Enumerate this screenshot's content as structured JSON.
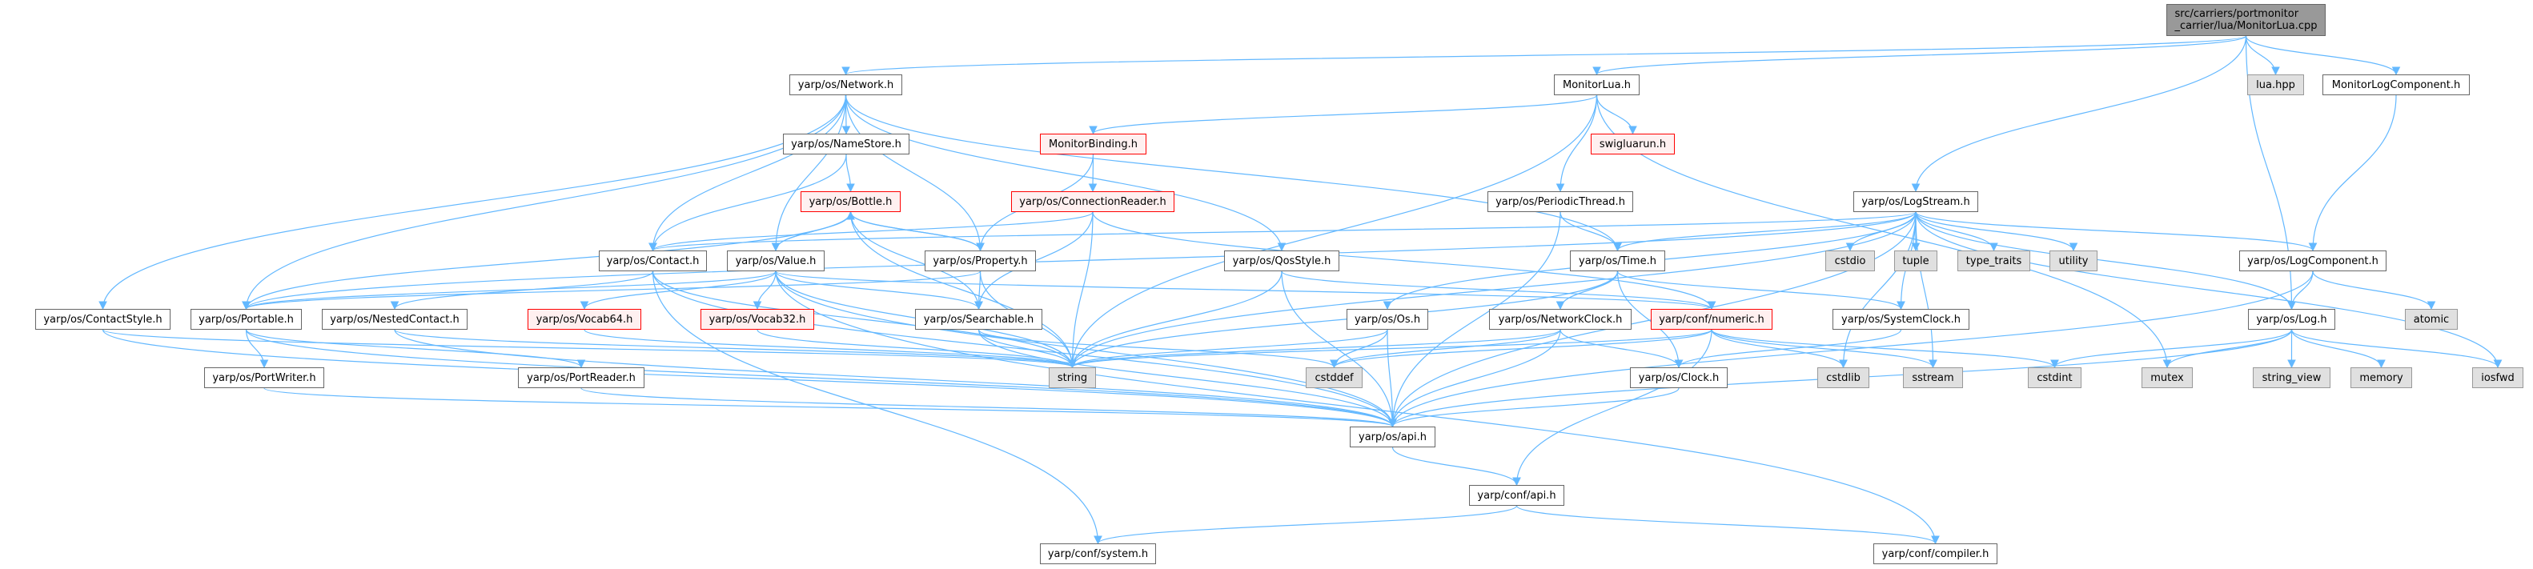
{
  "title": "Include dependency graph for MonitorLua.cpp",
  "colors": {
    "edge": "#63b8ff",
    "node_border": "#666666",
    "red_border": "#ff0000",
    "red_fill": "#fff0f0",
    "system_fill": "#e0e0e0",
    "root_fill": "#999999"
  },
  "nodes": [
    {
      "id": "cpp",
      "label": "src/carriers/portmonitor\n_carrier/lua/MonitorLua.cpp",
      "kind": "root"
    },
    {
      "id": "network",
      "label": "yarp/os/Network.h",
      "kind": "normal"
    },
    {
      "id": "monitorlua",
      "label": "MonitorLua.h",
      "kind": "normal"
    },
    {
      "id": "luahpp",
      "label": "lua.hpp",
      "kind": "sys"
    },
    {
      "id": "monlogcomp",
      "label": "MonitorLogComponent.h",
      "kind": "normal"
    },
    {
      "id": "namestore",
      "label": "yarp/os/NameStore.h",
      "kind": "normal"
    },
    {
      "id": "monbinding",
      "label": "MonitorBinding.h",
      "kind": "red"
    },
    {
      "id": "swig",
      "label": "swigluarun.h",
      "kind": "red"
    },
    {
      "id": "bottle",
      "label": "yarp/os/Bottle.h",
      "kind": "red"
    },
    {
      "id": "connreader",
      "label": "yarp/os/ConnectionReader.h",
      "kind": "red"
    },
    {
      "id": "periodic",
      "label": "yarp/os/PeriodicThread.h",
      "kind": "normal"
    },
    {
      "id": "logstream",
      "label": "yarp/os/LogStream.h",
      "kind": "normal"
    },
    {
      "id": "contact",
      "label": "yarp/os/Contact.h",
      "kind": "normal"
    },
    {
      "id": "value",
      "label": "yarp/os/Value.h",
      "kind": "normal"
    },
    {
      "id": "property",
      "label": "yarp/os/Property.h",
      "kind": "normal"
    },
    {
      "id": "qos",
      "label": "yarp/os/QosStyle.h",
      "kind": "normal"
    },
    {
      "id": "time",
      "label": "yarp/os/Time.h",
      "kind": "normal"
    },
    {
      "id": "cstdio",
      "label": "cstdio",
      "kind": "sys"
    },
    {
      "id": "tuple",
      "label": "tuple",
      "kind": "sys"
    },
    {
      "id": "typetraits",
      "label": "type_traits",
      "kind": "sys"
    },
    {
      "id": "utility",
      "label": "utility",
      "kind": "sys"
    },
    {
      "id": "logcomp",
      "label": "yarp/os/LogComponent.h",
      "kind": "normal"
    },
    {
      "id": "contactstyle",
      "label": "yarp/os/ContactStyle.h",
      "kind": "normal"
    },
    {
      "id": "portable",
      "label": "yarp/os/Portable.h",
      "kind": "normal"
    },
    {
      "id": "nested",
      "label": "yarp/os/NestedContact.h",
      "kind": "normal"
    },
    {
      "id": "vocab64",
      "label": "yarp/os/Vocab64.h",
      "kind": "red"
    },
    {
      "id": "vocab32",
      "label": "yarp/os/Vocab32.h",
      "kind": "red"
    },
    {
      "id": "searchable",
      "label": "yarp/os/Searchable.h",
      "kind": "normal"
    },
    {
      "id": "os",
      "label": "yarp/os/Os.h",
      "kind": "normal"
    },
    {
      "id": "netclock",
      "label": "yarp/os/NetworkClock.h",
      "kind": "normal"
    },
    {
      "id": "numeric",
      "label": "yarp/conf/numeric.h",
      "kind": "red"
    },
    {
      "id": "sysclock",
      "label": "yarp/os/SystemClock.h",
      "kind": "normal"
    },
    {
      "id": "log",
      "label": "yarp/os/Log.h",
      "kind": "normal"
    },
    {
      "id": "atomic",
      "label": "atomic",
      "kind": "sys"
    },
    {
      "id": "portwriter",
      "label": "yarp/os/PortWriter.h",
      "kind": "normal"
    },
    {
      "id": "portreader",
      "label": "yarp/os/PortReader.h",
      "kind": "normal"
    },
    {
      "id": "string",
      "label": "string",
      "kind": "sys"
    },
    {
      "id": "cstddef",
      "label": "cstddef",
      "kind": "sys"
    },
    {
      "id": "clock",
      "label": "yarp/os/Clock.h",
      "kind": "normal"
    },
    {
      "id": "cstdlib",
      "label": "cstdlib",
      "kind": "sys"
    },
    {
      "id": "sstream",
      "label": "sstream",
      "kind": "sys"
    },
    {
      "id": "cstdint",
      "label": "cstdint",
      "kind": "sys"
    },
    {
      "id": "mutex",
      "label": "mutex",
      "kind": "sys"
    },
    {
      "id": "stringview",
      "label": "string_view",
      "kind": "sys"
    },
    {
      "id": "memory",
      "label": "memory",
      "kind": "sys"
    },
    {
      "id": "iosfwd",
      "label": "iosfwd",
      "kind": "sys"
    },
    {
      "id": "osapi",
      "label": "yarp/os/api.h",
      "kind": "normal"
    },
    {
      "id": "confapi",
      "label": "yarp/conf/api.h",
      "kind": "normal"
    },
    {
      "id": "system",
      "label": "yarp/conf/system.h",
      "kind": "normal"
    },
    {
      "id": "compiler",
      "label": "yarp/conf/compiler.h",
      "kind": "normal"
    }
  ],
  "edges": [
    [
      "cpp",
      "network"
    ],
    [
      "cpp",
      "monitorlua"
    ],
    [
      "cpp",
      "logstream"
    ],
    [
      "cpp",
      "luahpp"
    ],
    [
      "cpp",
      "monlogcomp"
    ],
    [
      "cpp",
      "log"
    ],
    [
      "monitorlua",
      "monbinding"
    ],
    [
      "monitorlua",
      "swig"
    ],
    [
      "monitorlua",
      "periodic"
    ],
    [
      "monitorlua",
      "string"
    ],
    [
      "monitorlua",
      "mutex"
    ],
    [
      "monlogcomp",
      "logcomp"
    ],
    [
      "network",
      "namestore"
    ],
    [
      "network",
      "contact"
    ],
    [
      "network",
      "value"
    ],
    [
      "network",
      "property"
    ],
    [
      "network",
      "qos"
    ],
    [
      "network",
      "time"
    ],
    [
      "network",
      "contactstyle"
    ],
    [
      "network",
      "portable"
    ],
    [
      "namestore",
      "bottle"
    ],
    [
      "namestore",
      "contact"
    ],
    [
      "monbinding",
      "connreader"
    ],
    [
      "monbinding",
      "property"
    ],
    [
      "connreader",
      "contact"
    ],
    [
      "connreader",
      "searchable"
    ],
    [
      "connreader",
      "string"
    ],
    [
      "connreader",
      "numeric"
    ],
    [
      "bottle",
      "portable"
    ],
    [
      "bottle",
      "searchable"
    ],
    [
      "bottle",
      "value"
    ],
    [
      "bottle",
      "property"
    ],
    [
      "bottle",
      "string"
    ],
    [
      "value",
      "bottle"
    ],
    [
      "value",
      "portable"
    ],
    [
      "value",
      "searchable"
    ],
    [
      "value",
      "vocab64"
    ],
    [
      "value",
      "vocab32"
    ],
    [
      "value",
      "string"
    ],
    [
      "value",
      "osapi"
    ],
    [
      "value",
      "numeric"
    ],
    [
      "property",
      "bottle"
    ],
    [
      "property",
      "portable"
    ],
    [
      "property",
      "searchable"
    ],
    [
      "property",
      "string"
    ],
    [
      "contact",
      "nested"
    ],
    [
      "contact",
      "string"
    ],
    [
      "contact",
      "osapi"
    ],
    [
      "contact",
      "system"
    ],
    [
      "contactstyle",
      "osapi"
    ],
    [
      "contactstyle",
      "string"
    ],
    [
      "portable",
      "portwriter"
    ],
    [
      "portable",
      "portreader"
    ],
    [
      "portable",
      "osapi"
    ],
    [
      "nested",
      "string"
    ],
    [
      "nested",
      "osapi"
    ],
    [
      "vocab64",
      "string"
    ],
    [
      "vocab32",
      "string"
    ],
    [
      "searchable",
      "string"
    ],
    [
      "searchable",
      "cstddef"
    ],
    [
      "searchable",
      "osapi"
    ],
    [
      "qos",
      "string"
    ],
    [
      "qos",
      "osapi"
    ],
    [
      "qos",
      "numeric"
    ],
    [
      "periodic",
      "time"
    ],
    [
      "periodic",
      "osapi"
    ],
    [
      "time",
      "netclock"
    ],
    [
      "time",
      "sysclock"
    ],
    [
      "time",
      "string"
    ],
    [
      "time",
      "clock"
    ],
    [
      "os",
      "string"
    ],
    [
      "os",
      "cstddef"
    ],
    [
      "os",
      "osapi"
    ],
    [
      "netclock",
      "clock"
    ],
    [
      "netclock",
      "osapi"
    ],
    [
      "netclock",
      "string"
    ],
    [
      "netclock",
      "cstddef"
    ],
    [
      "numeric",
      "cstddef"
    ],
    [
      "numeric",
      "cstdint"
    ],
    [
      "numeric",
      "cstdlib"
    ],
    [
      "numeric",
      "sstream"
    ],
    [
      "numeric",
      "confapi"
    ],
    [
      "numeric",
      "string"
    ],
    [
      "sysclock",
      "clock"
    ],
    [
      "clock",
      "osapi"
    ],
    [
      "portwriter",
      "osapi"
    ],
    [
      "portreader",
      "osapi"
    ],
    [
      "osapi",
      "confapi"
    ],
    [
      "confapi",
      "system"
    ],
    [
      "confapi",
      "compiler"
    ],
    [
      "logstream",
      "cstdio"
    ],
    [
      "logstream",
      "tuple"
    ],
    [
      "logstream",
      "typetraits"
    ],
    [
      "logstream",
      "utility"
    ],
    [
      "logstream",
      "logcomp"
    ],
    [
      "logstream",
      "log"
    ],
    [
      "logstream",
      "iosfwd"
    ],
    [
      "logstream",
      "string"
    ],
    [
      "logstream",
      "time"
    ],
    [
      "logstream",
      "sysclock"
    ],
    [
      "logstream",
      "os"
    ],
    [
      "logstream",
      "cstdlib"
    ],
    [
      "logstream",
      "sstream"
    ],
    [
      "logstream",
      "osapi"
    ],
    [
      "logstream",
      "portable"
    ],
    [
      "logstream",
      "contact"
    ],
    [
      "logcomp",
      "log"
    ],
    [
      "logcomp",
      "atomic"
    ],
    [
      "logcomp",
      "osapi"
    ],
    [
      "log",
      "cstdint"
    ],
    [
      "log",
      "mutex"
    ],
    [
      "log",
      "stringview"
    ],
    [
      "log",
      "memory"
    ],
    [
      "log",
      "iosfwd"
    ],
    [
      "log",
      "osapi"
    ],
    [
      "value",
      "compiler"
    ]
  ]
}
